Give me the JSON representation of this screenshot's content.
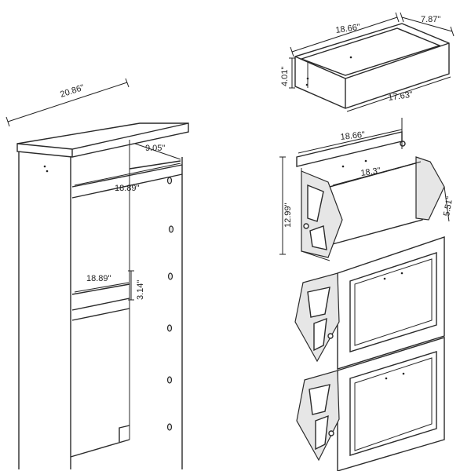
{
  "dimensions": {
    "cabinet_width": "20.86\"",
    "cabinet_top_depth": "9.05\"",
    "cabinet_inner_width_top": "18.89\"",
    "cabinet_inner_width_mid": "18.89\"",
    "cabinet_shelf_height": "3.14\"",
    "drawer_width": "18.66\"",
    "drawer_depth": "7.87\"",
    "drawer_height": "4.01\"",
    "drawer_inner_width": "17.63\"",
    "bin_width": "18.66\"",
    "bin_inner_width": "18.3\"",
    "bin_height": "12.99\"",
    "bin_depth": "5.51\""
  }
}
